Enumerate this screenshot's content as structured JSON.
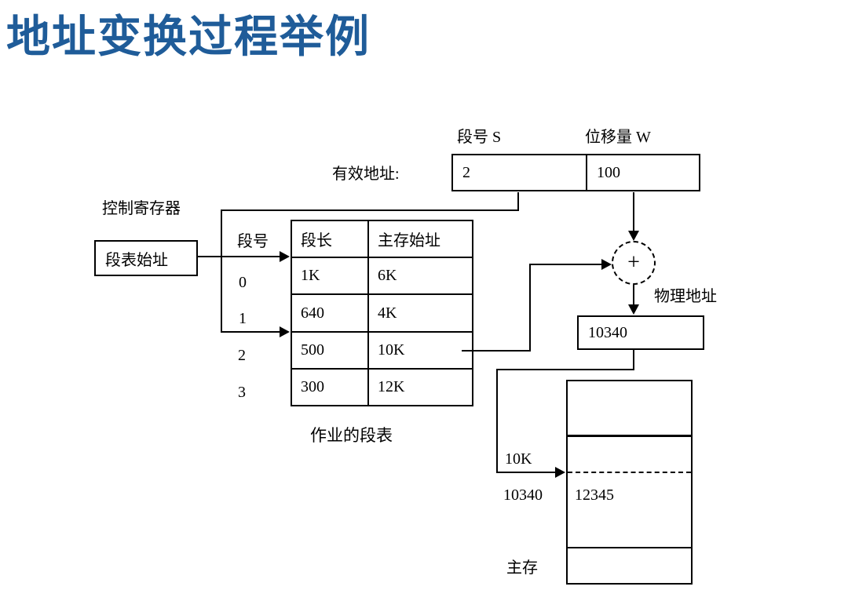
{
  "title": "地址变换过程举例",
  "colors": {
    "title_accent": "#1f5c99",
    "diagram_line": "#000000",
    "background": "#ffffff"
  },
  "effective_address": {
    "label": "有效地址:",
    "segment_field_label": "段号 S",
    "offset_field_label": "位移量 W",
    "segment_value": "2",
    "offset_value": "100"
  },
  "control_register": {
    "label": "控制寄存器",
    "box_label": "段表始址"
  },
  "segment_table": {
    "caption": "作业的段表",
    "index_header": "段号",
    "columns": [
      "段长",
      "主存始址"
    ],
    "rows": [
      {
        "index": "0",
        "length": "1K",
        "base": "6K"
      },
      {
        "index": "1",
        "length": "640",
        "base": "4K"
      },
      {
        "index": "2",
        "length": "500",
        "base": "10K"
      },
      {
        "index": "3",
        "length": "300",
        "base": "12K"
      }
    ]
  },
  "adder": {
    "symbol": "+"
  },
  "physical_address": {
    "label": "物理地址",
    "value": "10340"
  },
  "memory": {
    "label": "主存",
    "segment_start_label": "10K",
    "target_address_label": "10340",
    "cell_value": "12345"
  }
}
